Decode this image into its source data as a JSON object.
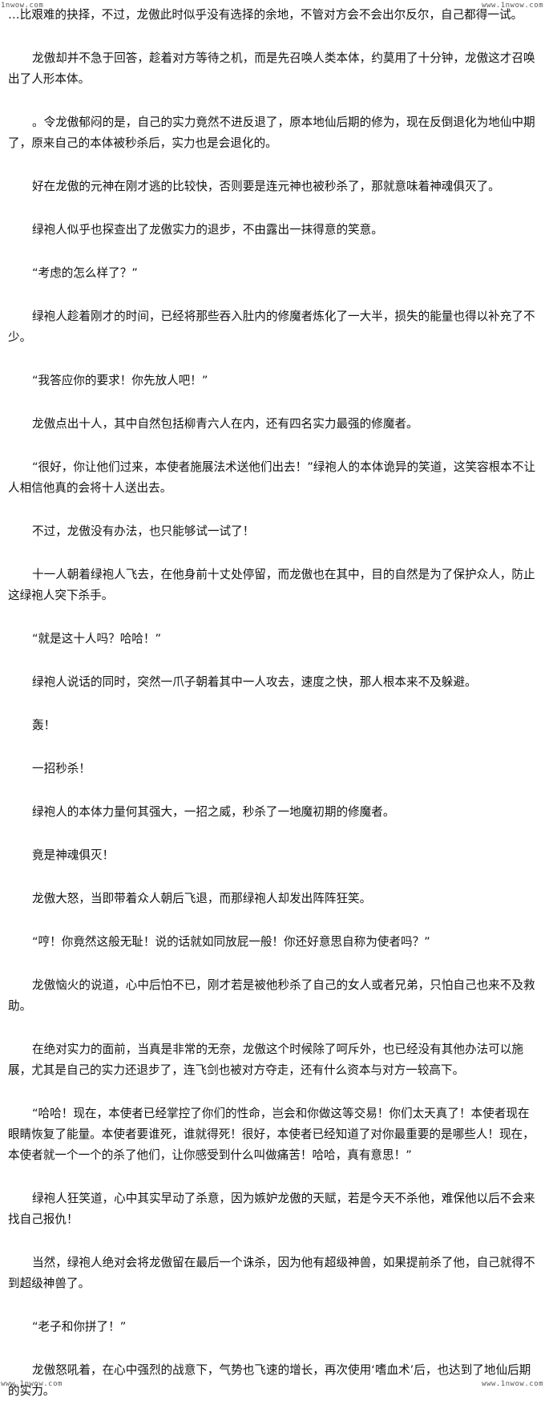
{
  "watermark": {
    "top_left": "1nwow.com",
    "top_right": "www.1nwow.com",
    "bottom_left": "www.1nwow.com",
    "bottom_right": "www.1nwow.com"
  },
  "paragraphs": [
    "…比艰难的抉择，不过，龙傲此时似乎没有选择的余地，不管对方会不会出尔反尔，自己都得一试。",
    "龙傲却并不急于回答，趁着对方等待之机，而是先召唤人类本体，约莫用了十分钟，龙傲这才召唤出了人形本体。",
    "。令龙傲郁闷的是，自己的实力竟然不进反退了，原本地仙后期的修为，现在反倒退化为地仙中期了，原来自己的本体被秒杀后，实力也是会退化的。",
    "好在龙傲的元神在刚才逃的比较快，否则要是连元神也被秒杀了，那就意味着神魂俱灭了。",
    "绿袍人似乎也探查出了龙傲实力的退步，不由露出一抹得意的笑意。",
    "“考虑的怎么样了？”",
    "绿袍人趁着刚才的时间，已经将那些吞入肚内的修魔者炼化了一大半，损失的能量也得以补充了不少。",
    "“我答应你的要求！你先放人吧！”",
    "龙傲点出十人，其中自然包括柳青六人在内，还有四名实力最强的修魔者。",
    "“很好，你让他们过来，本使者施展法术送他们出去！”绿袍人的本体诡异的笑道，这笑容根本不让人相信他真的会将十人送出去。",
    "不过，龙傲没有办法，也只能够试一试了！",
    "十一人朝着绿袍人飞去，在他身前十丈处停留，而龙傲也在其中，目的自然是为了保护众人，防止这绿袍人突下杀手。",
    "“就是这十人吗？哈哈！”",
    "绿袍人说话的同时，突然一爪子朝着其中一人攻去，速度之快，那人根本来不及躲避。",
    "轰！",
    "一招秒杀！",
    "绿袍人的本体力量何其强大，一招之威，秒杀了一地魔初期的修魔者。",
    "竟是神魂俱灭！",
    "龙傲大怒，当即带着众人朝后飞退，而那绿袍人却发出阵阵狂笑。",
    "“哼！你竟然这般无耻！说的话就如同放屁一般！你还好意思自称为使者吗？”",
    "龙傲恼火的说道，心中后怕不已，刚才若是被他秒杀了自己的女人或者兄弟，只怕自己也来不及救助。",
    "在绝对实力的面前，当真是非常的无奈，龙傲这个时候除了呵斥外，也已经没有其他办法可以施展，尤其是自己的实力还退步了，连飞剑也被对方夺走，还有什么资本与对方一较高下。",
    "“哈哈！现在，本使者已经掌控了你们的性命，岂会和你做这等交易！你们太天真了！本使者现在眼睛恢复了能量。本使者要谁死，谁就得死！很好，本使者已经知道了对你最重要的是哪些人！现在，本使者就一个一个的杀了他们，让你感受到什么叫做痛苦！哈哈，真有意思！”",
    "绿袍人狂笑道，心中其实早动了杀意，因为嫉妒龙傲的天赋，若是今天不杀他，难保他以后不会来找自己报仇！",
    "当然，绿袍人绝对会将龙傲留在最后一个诛杀，因为他有超级神兽，如果提前杀了他，自己就得不到超级神兽了。",
    "“老子和你拼了！”",
    "龙傲怒吼着，在心中强烈的战意下，气势也飞速的增长，再次使用‘嗜血术’后，也达到了地仙后期的实力。"
  ]
}
